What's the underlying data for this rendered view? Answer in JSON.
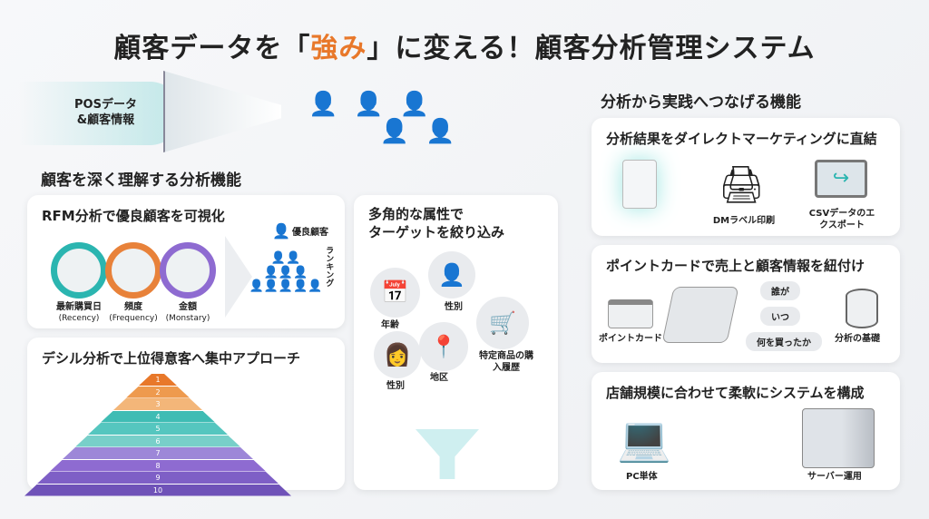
{
  "title": {
    "pre": "顧客データを「",
    "highlight": "強み",
    "post": "」に変える！顧客分析管理システム"
  },
  "hero": {
    "input_label_1": "POSデータ",
    "input_label_2": "&顧客情報"
  },
  "left_section": {
    "heading": "顧客を深く理解する分析機能",
    "rfm": {
      "heading": "RFM分析で優良顧客を可視化",
      "gauges": [
        {
          "label": "最新購買日",
          "sub": "(Recency)",
          "color": "#2bb5b0"
        },
        {
          "label": "頻度",
          "sub": "(Frequency)",
          "color": "#e8823a"
        },
        {
          "label": "金額",
          "sub": "(Monstary)",
          "color": "#8e6bd1"
        }
      ],
      "top_label": "優良顧客",
      "ranking_label": "ランキング"
    },
    "decile": {
      "heading": "デシル分析で上位得意客へ集中アプローチ",
      "levels": [
        "1",
        "2",
        "3",
        "4",
        "5",
        "6",
        "7",
        "8",
        "9",
        "10"
      ]
    },
    "attributes": {
      "heading_1": "多角的な属性で",
      "heading_2": "ターゲットを絞り込み",
      "items": [
        "年齢",
        "性別",
        "特定商品の購入履歴",
        "性別",
        "地区"
      ]
    }
  },
  "right_section": {
    "heading": "分析から実践へつなげる機能",
    "dm": {
      "heading": "分析結果をダイレクトマーケティングに直結",
      "items": [
        "DMラベル印刷",
        "CSVデータのエクスポート"
      ]
    },
    "point": {
      "heading": "ポイントカードで売上と顧客情報を紐付け",
      "card_label": "ポイントカード",
      "pills": [
        "誰が",
        "いつ",
        "何を買ったか"
      ],
      "db_label": "分析の基礎"
    },
    "store": {
      "heading": "店舗規模に合わせて柔軟にシステムを構成",
      "items": [
        "PC単体",
        "サーバー運用"
      ]
    }
  }
}
